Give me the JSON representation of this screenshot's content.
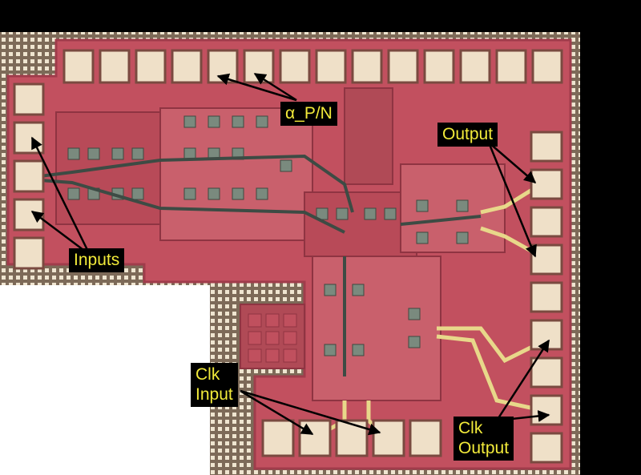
{
  "photo": {
    "subject": "integrated-circuit-die-micrograph",
    "colors": {
      "die": "#c2505f",
      "metal": "#d9a5a2",
      "pad": "#efe0c8",
      "trace": "#b04a55",
      "fill": "#8a7866",
      "frame": "#000000",
      "callout_bg": "#000000",
      "callout_text": "#f2ea3a",
      "arrow": "#000000"
    }
  },
  "labels": {
    "alpha": "α_P/N",
    "output": "Output",
    "inputs": "Inputs",
    "clk_input_line1": "Clk",
    "clk_input_line2": "Input",
    "clk_output_line1": "Clk",
    "clk_output_line2": "Output"
  }
}
